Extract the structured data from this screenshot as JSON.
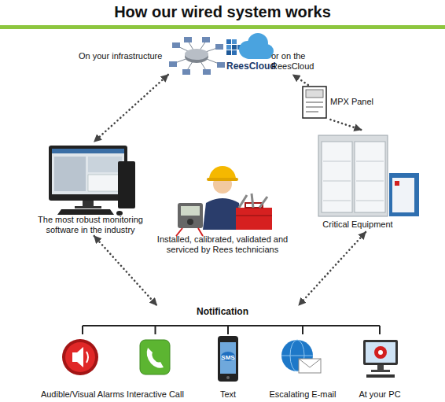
{
  "diagram": {
    "title": "How our wired system works",
    "nodes": [
      {
        "text": [
          "On your infrastructure",
          "ReesCloud",
          "or on the ReesCloud"
        ]
      },
      {
        "text": [
          "MPX Panel"
        ]
      },
      {
        "text": [
          "The most robust monitoring software in the industry"
        ]
      },
      {
        "text": [
          "Installed, calibrated, validated and serviced by Rees technicians"
        ]
      },
      {
        "text": [
          "Critical Equipment"
        ]
      },
      {
        "text": [
          "Notification"
        ]
      },
      {
        "text": [
          "Audible/Visual Alarms"
        ]
      },
      {
        "text": [
          "Interactive Call"
        ]
      },
      {
        "text": [
          "SMS",
          "Text"
        ]
      },
      {
        "text": [
          "Escalating E-mail"
        ]
      },
      {
        "text": [
          "At your PC"
        ]
      }
    ],
    "edges": [
      {
        "from": 0,
        "to": 2,
        "arrow": "both"
      },
      {
        "from": 1,
        "to": 0,
        "arrow": "to"
      },
      {
        "from": 1,
        "to": 4,
        "arrow": "to"
      },
      {
        "from": 2,
        "to": 5,
        "arrow": "both"
      },
      {
        "from": 4,
        "to": 5,
        "arrow": "both"
      },
      {
        "from": 5,
        "to": 6,
        "arrow": "none"
      },
      {
        "from": 5,
        "to": 7,
        "arrow": "none"
      },
      {
        "from": 5,
        "to": 8,
        "arrow": "none"
      },
      {
        "from": 5,
        "to": 9,
        "arrow": "none"
      },
      {
        "from": 5,
        "to": 10,
        "arrow": "none"
      }
    ]
  }
}
